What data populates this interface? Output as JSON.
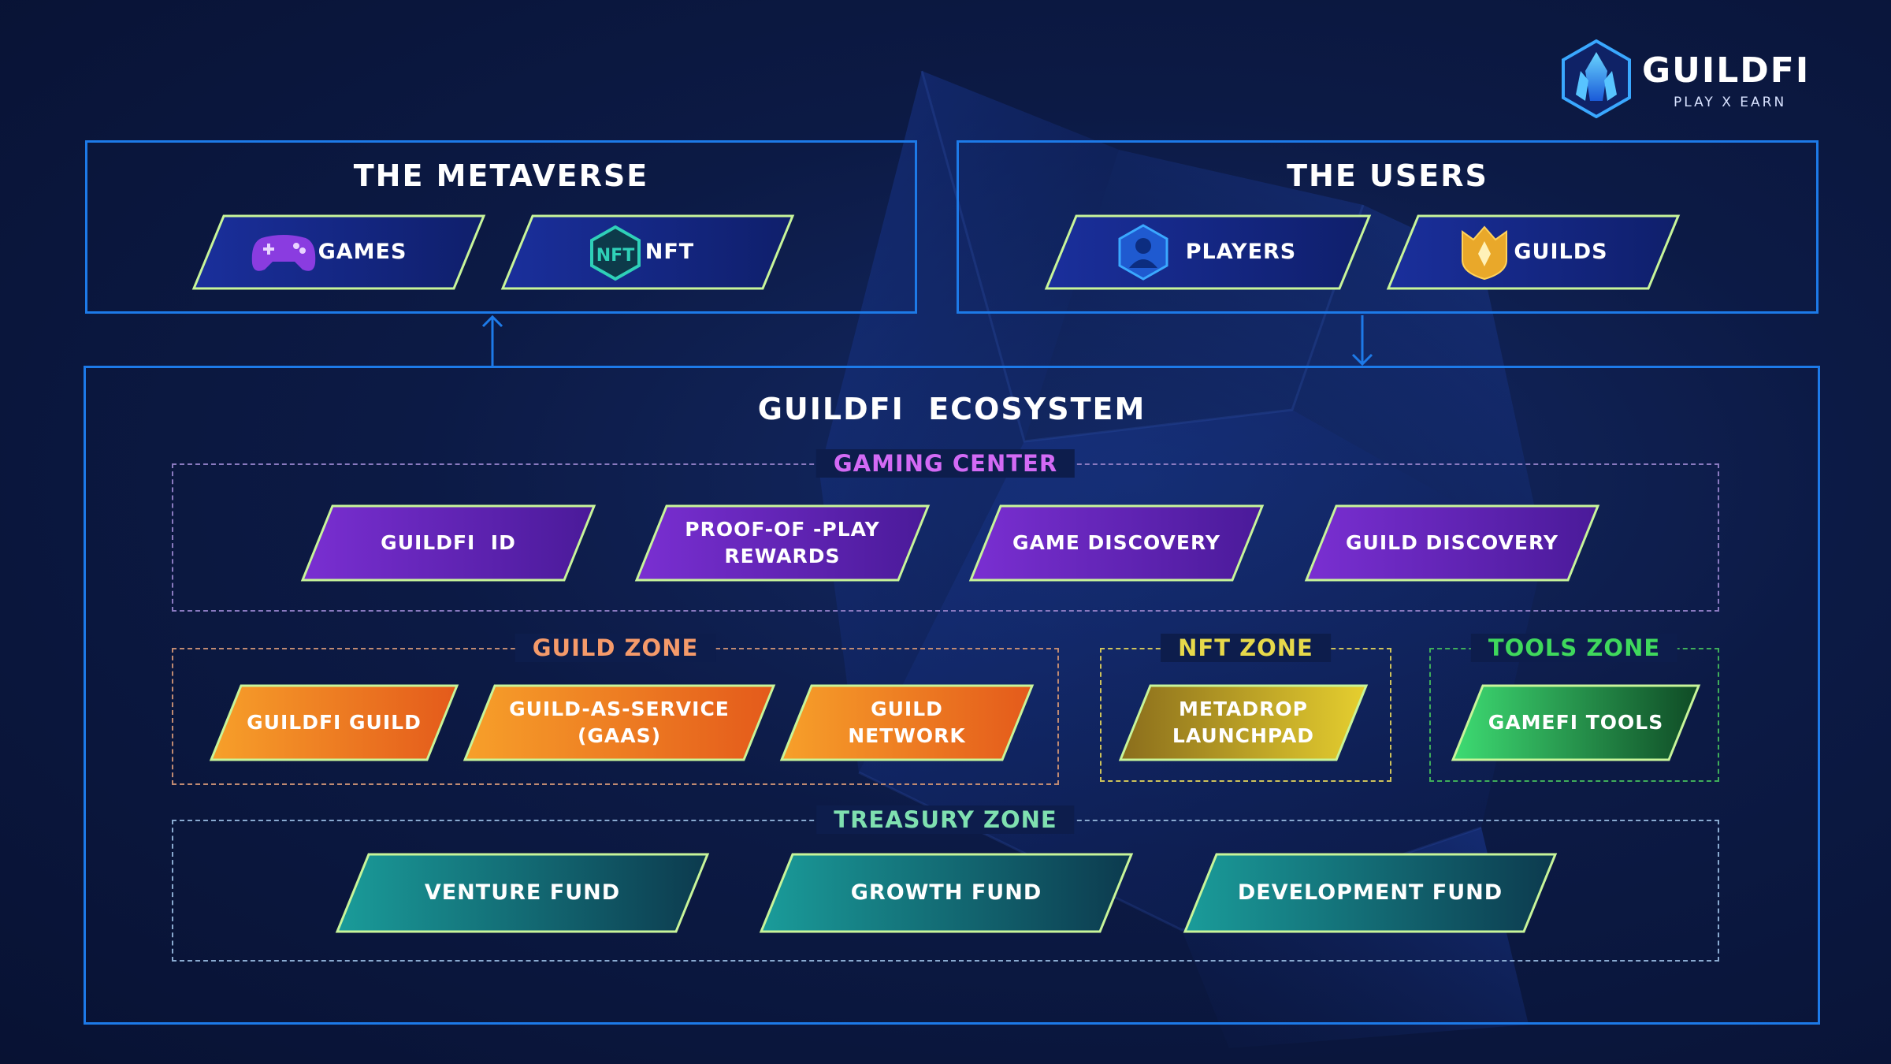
{
  "logo": {
    "title": "GUILDFI",
    "subtitle": "PLAY X EARN"
  },
  "metaverse": {
    "title": "THE METAVERSE",
    "items": [
      {
        "label": "GAMES",
        "icon": "gamepad-icon"
      },
      {
        "label": "NFT",
        "icon": "nft-icon"
      }
    ]
  },
  "users": {
    "title": "THE USERS",
    "items": [
      {
        "label": "PLAYERS",
        "icon": "player-icon"
      },
      {
        "label": "GUILDS",
        "icon": "guild-crown-icon"
      }
    ]
  },
  "ecosystem": {
    "title": "GUILDFI  ECOSYSTEM",
    "gaming_center": {
      "label": "GAMING CENTER",
      "color": "#d36af5",
      "items": [
        "GUILDFI  ID",
        "PROOF-OF -PLAY\nREWARDS",
        "GAME DISCOVERY",
        "GUILD DISCOVERY"
      ]
    },
    "guild_zone": {
      "label": "GUILD ZONE",
      "color": "#f59a6a",
      "items": [
        "GUILDFI GUILD",
        "GUILD-AS-SERVICE\n(GAAS)",
        "GUILD\nNETWORK"
      ]
    },
    "nft_zone": {
      "label": "NFT ZONE",
      "color": "#e7d94a",
      "items": [
        "METADROP\nLAUNCHPAD"
      ]
    },
    "tools_zone": {
      "label": "TOOLS ZONE",
      "color": "#3fd85c",
      "items": [
        "GAMEFI TOOLS"
      ]
    },
    "treasury_zone": {
      "label": "TREASURY ZONE",
      "color": "#7fe0b0",
      "items": [
        "VENTURE FUND",
        "GROWTH FUND",
        "DEVELOPMENT FUND"
      ]
    }
  },
  "colors": {
    "panel_border": "#1d7ae8",
    "chip_blue": [
      "#1a2f9c",
      "#0f1f6b"
    ],
    "chip_purple": [
      "#7a2fd2",
      "#4a1a99"
    ],
    "chip_orange": [
      "#f7a02a",
      "#e45a1b"
    ],
    "chip_gold": [
      "#8a6d1c",
      "#e6cf2f"
    ],
    "chip_green": [
      "#3edc73",
      "#0f4a25"
    ],
    "chip_teal": [
      "#1a9c9a",
      "#0c3a4e"
    ],
    "chip_outline": "#c8f59a"
  }
}
